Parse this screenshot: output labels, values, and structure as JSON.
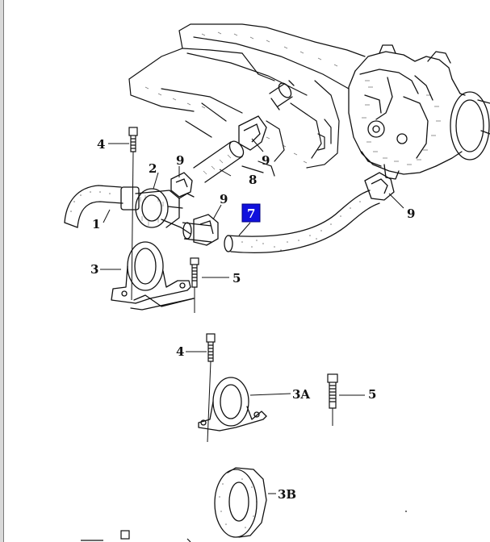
{
  "diagram": {
    "selected_callout": "7",
    "colors": {
      "ink": "#111111",
      "highlight_fill": "#1111dd",
      "highlight_text": "#ffffff",
      "frame": "#d9d9d9"
    },
    "callouts": {
      "c1": "1",
      "c2": "2",
      "c3": "3",
      "c4_top": "4",
      "c5_top": "5",
      "c7": "7",
      "c8": "8",
      "c9_a": "9",
      "c9_b": "9",
      "c9_c": "9",
      "c9_d": "9",
      "c4_mid": "4",
      "c3a": "3A",
      "c5_mid": "5",
      "c3b": "3B"
    }
  }
}
